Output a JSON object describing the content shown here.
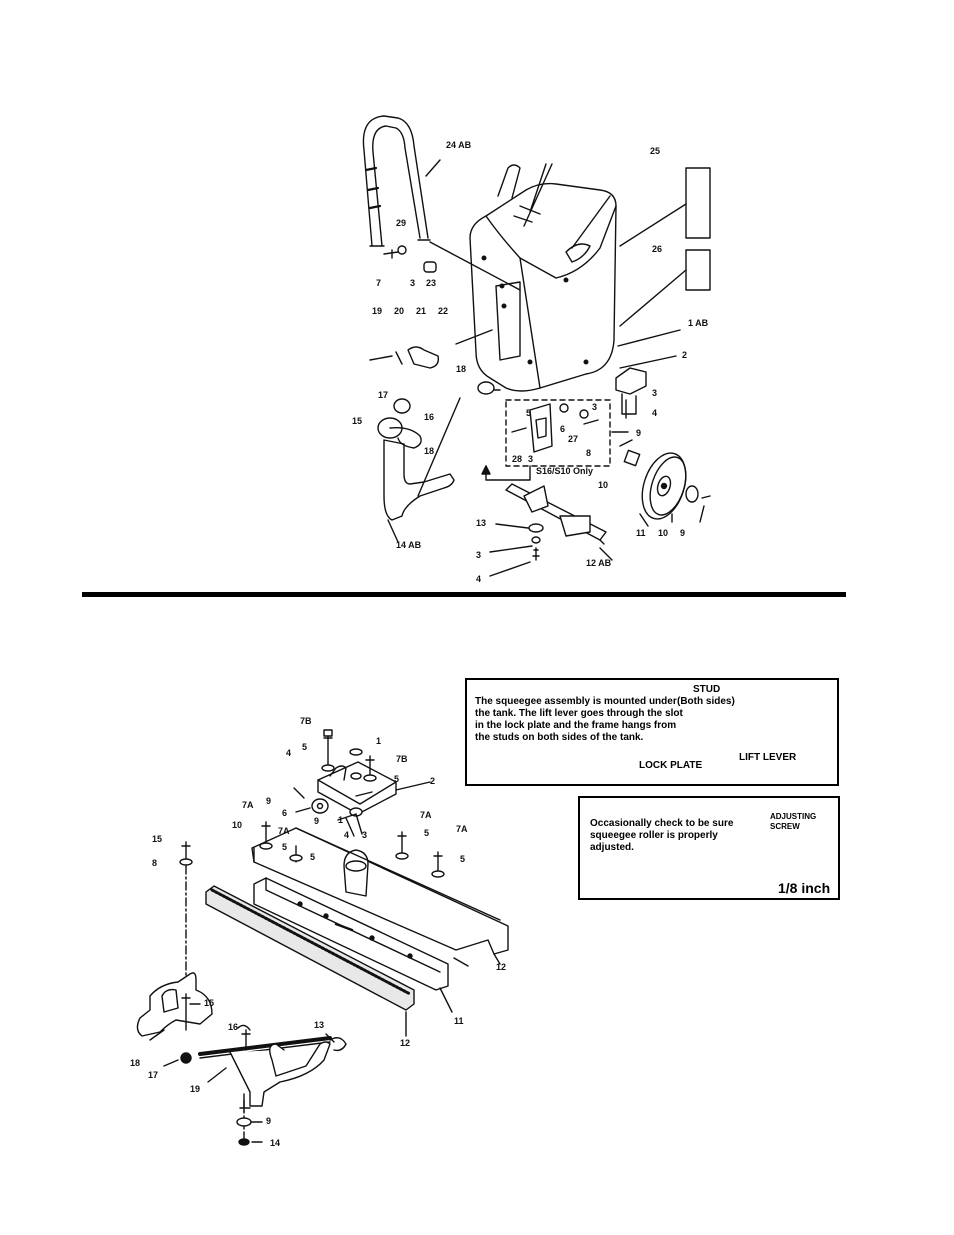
{
  "top_diagram": {
    "callouts": [
      "24 AB",
      "25",
      "26",
      "29",
      "7",
      "3",
      "23",
      "19",
      "20",
      "21",
      "22",
      "1 AB",
      "2",
      "3",
      "4",
      "18",
      "17",
      "15",
      "16",
      "18",
      "5",
      "6",
      "3",
      "27",
      "28",
      "3",
      "8",
      "S16/S10 Only",
      "9",
      "10",
      "11",
      "10",
      "9",
      "13",
      "3",
      "4",
      "12 AB",
      "14 AB"
    ]
  },
  "bottom_diagram": {
    "callouts": [
      "7B",
      "5",
      "1",
      "7B",
      "4",
      "5",
      "2",
      "9",
      "6",
      "1",
      "9",
      "4",
      "7A",
      "10",
      "7A",
      "5",
      "3",
      "7A",
      "5",
      "7A",
      "5",
      "15",
      "8",
      "5",
      "12",
      "11",
      "12",
      "15",
      "16",
      "13",
      "18",
      "17",
      "19",
      "9",
      "14"
    ]
  },
  "note_lift": {
    "text": "The squeegee assembly is mounted under the tank. The lift lever goes through the slot in the lock plate and the frame hangs from the studs on both sides of the tank.",
    "stud_label": "STUD",
    "stud_sub": "(Both sides)",
    "lock_plate": "LOCK PLATE",
    "lift_lever": "LIFT LEVER"
  },
  "note_roller": {
    "text": "Occasionally check to be sure squeegee roller is properly adjusted.",
    "adjusting_screw": "ADJUSTING SCREW",
    "measurement": "1/8 inch"
  }
}
